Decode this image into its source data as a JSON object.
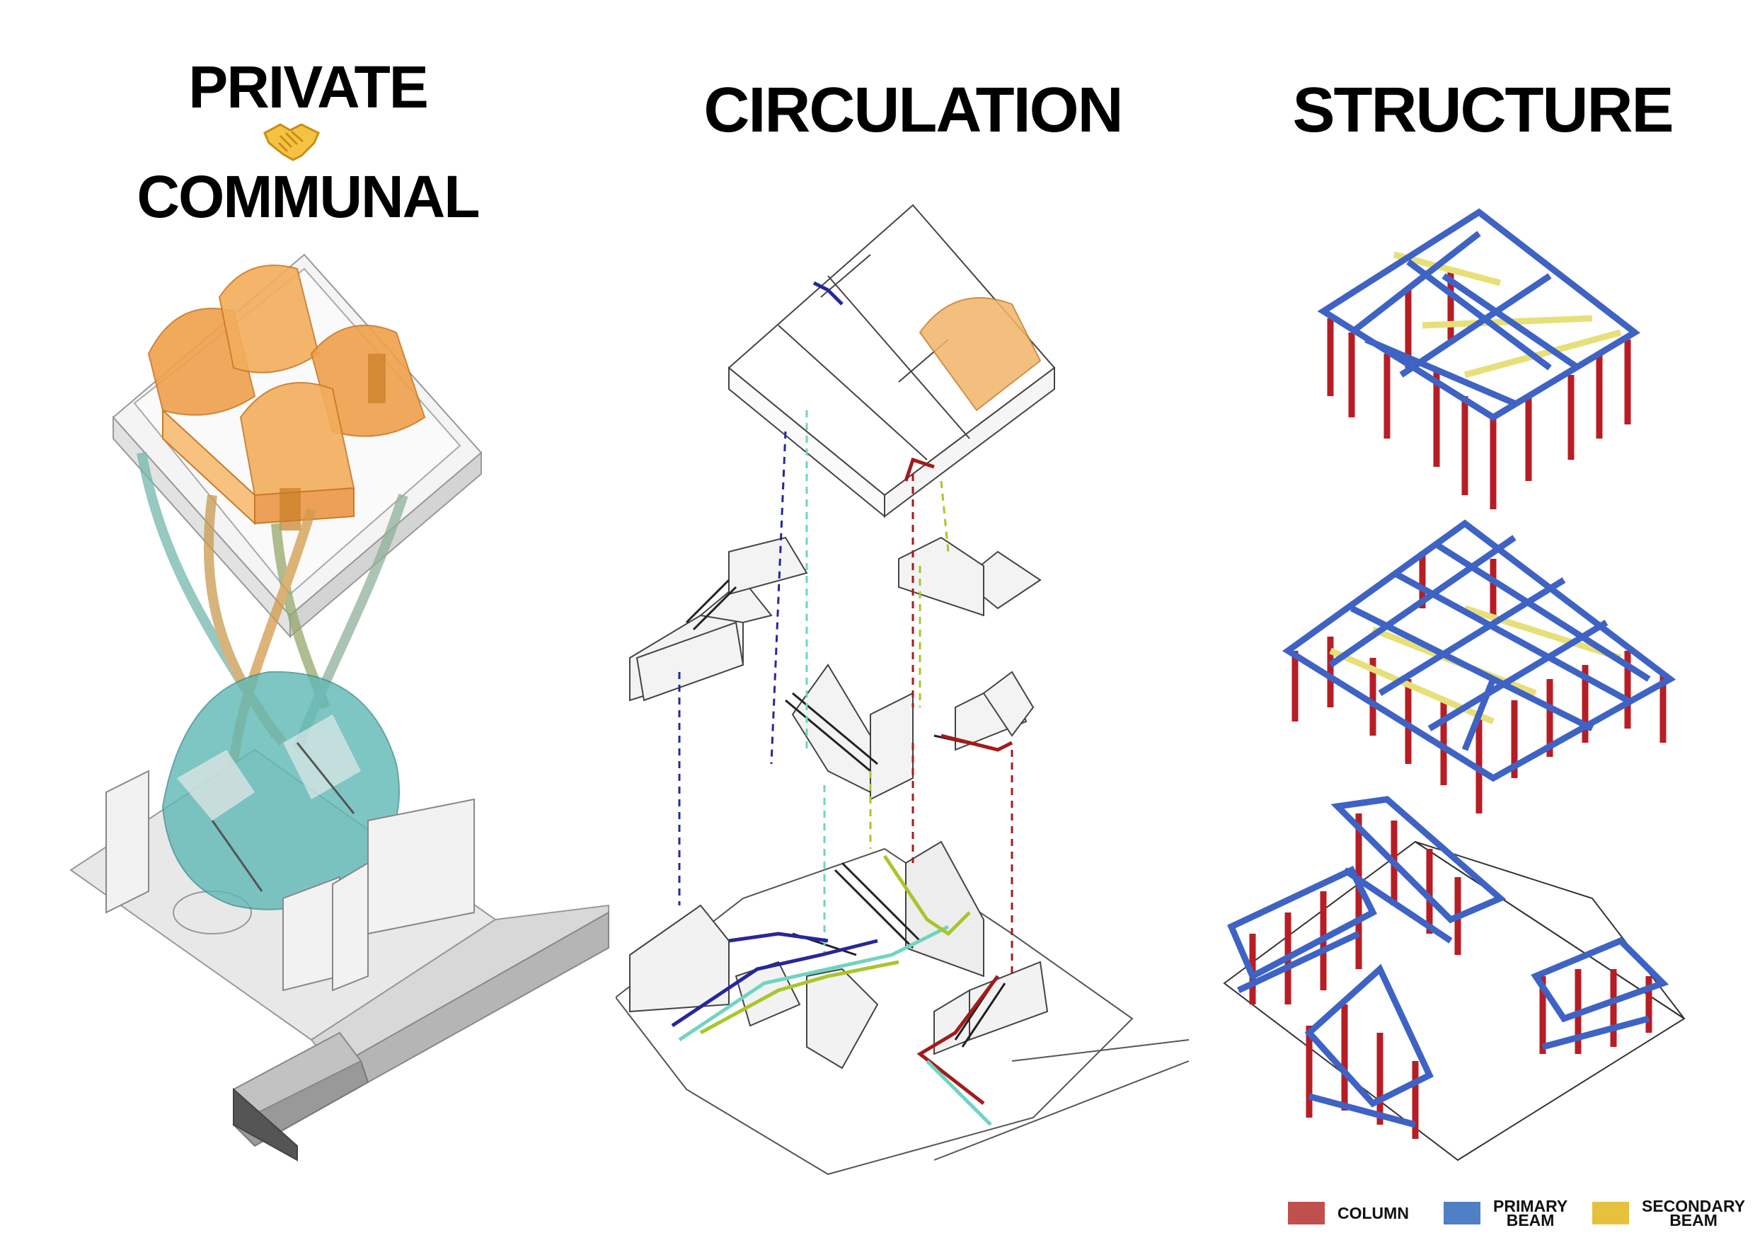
{
  "titles": {
    "private": "PRIVATE",
    "communal": "COMMUNAL",
    "circulation": "CIRCULATION",
    "structure": "STRUCTURE"
  },
  "icons": {
    "connector": "handshake-icon"
  },
  "legend": [
    {
      "line1": "COLUMN",
      "line2": "",
      "color": "#c0504d"
    },
    {
      "line1": "PRIMARY",
      "line2": "BEAM",
      "color": "#4f7fc5"
    },
    {
      "line1": "SECONDARY",
      "line2": "BEAM",
      "color": "#e6c13d"
    }
  ],
  "colors": {
    "private_orange": "#f0a04b",
    "communal_teal": "#5fb9b5",
    "column_red": "#b81d24",
    "beam_blue": "#3e63c4",
    "beam_yellow": "#e7e07a",
    "path_navy": "#27279a",
    "path_teal": "#6fd4c0",
    "path_lime": "#a8c62b",
    "path_red": "#a31b1b"
  }
}
